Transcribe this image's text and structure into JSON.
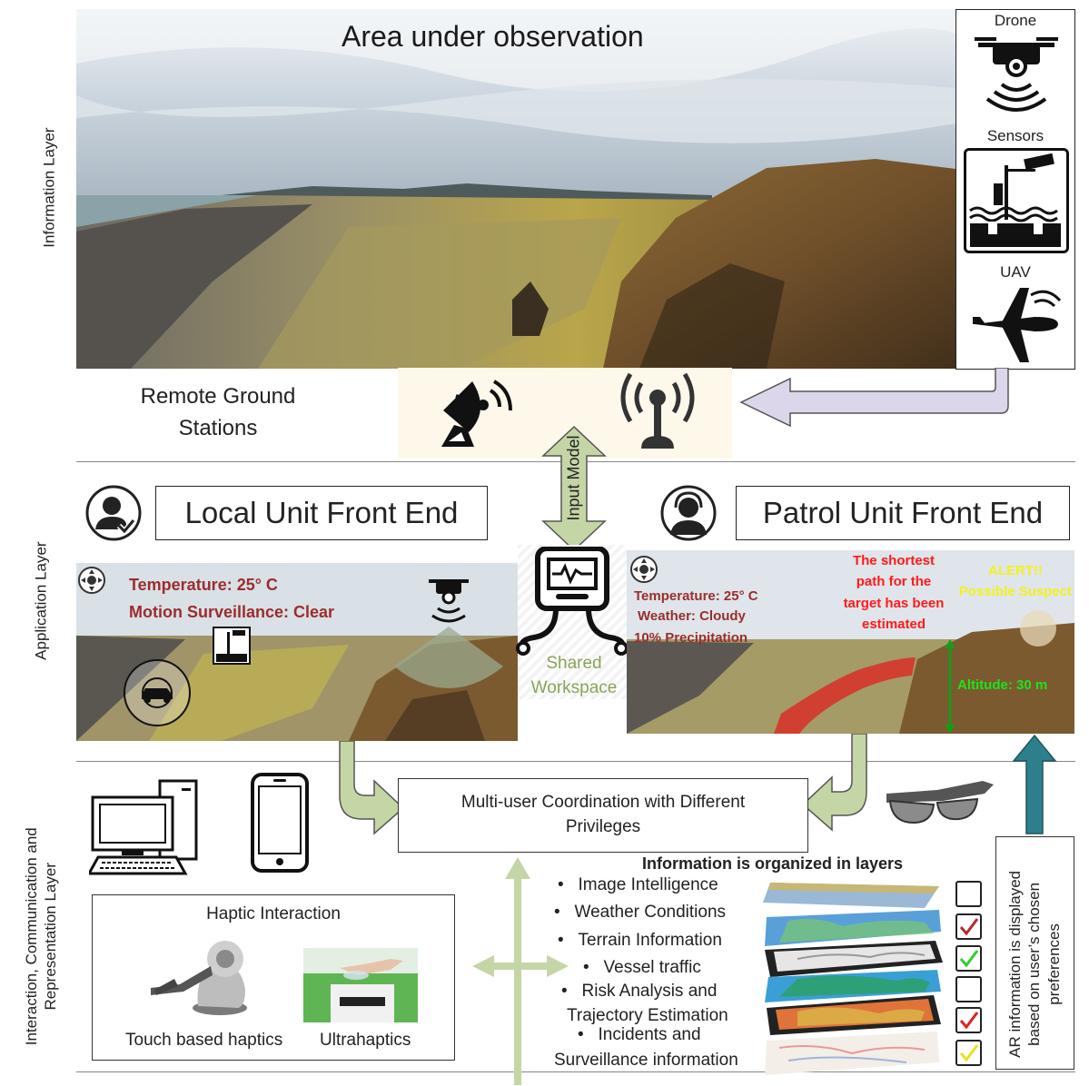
{
  "layers": {
    "information": "Information Layer",
    "application": "Application Layer",
    "interaction_line1": "Interaction, Communication and",
    "interaction_line2": "Representation Layer"
  },
  "observation": {
    "title": "Area under observation"
  },
  "sources": {
    "drone": "Drone",
    "sensors": "Sensors",
    "uav": "UAV"
  },
  "ground_stations": {
    "line1": "Remote Ground",
    "line2": "Stations"
  },
  "input_model": "Input Model",
  "shared_workspace": {
    "line1": "Shared",
    "line2": "Workspace"
  },
  "local_unit": {
    "title": "Local Unit Front End",
    "temperature": "Temperature: 25° C",
    "motion": "Motion Surveillance: Clear"
  },
  "patrol_unit": {
    "title": "Patrol Unit Front End",
    "temperature": "Temperature: 25° C",
    "weather": "Weather: Cloudy",
    "precip": "10% Precipitation",
    "path_l1": "The shortest",
    "path_l2": "path for the",
    "path_l3": "target has been",
    "path_l4": "estimated",
    "alert_l1": "ALERT!!",
    "alert_l2": "Possible Suspect",
    "altitude": "Altitude: 30 m"
  },
  "coordination": {
    "line1": "Multi-user Coordination with Different",
    "line2": "Privileges"
  },
  "haptic": {
    "title": "Haptic Interaction",
    "touch": "Touch based haptics",
    "ultra": "Ultrahaptics"
  },
  "info_layers": {
    "title": "Information is organized in layers",
    "items": [
      "Image Intelligence",
      "Weather Conditions",
      "Terrain Information",
      "Vessel traffic",
      "Risk Analysis and",
      "Trajectory Estimation",
      "Incidents and",
      "Surveillance information"
    ],
    "checks": [
      false,
      true,
      true,
      false,
      true,
      true
    ],
    "check_colors": [
      "#222222",
      "#b52a2a",
      "#2bd12b",
      "#222222",
      "#e02020",
      "#e8e020"
    ]
  },
  "ar_info": {
    "line1": "AR information is displayed",
    "line2": "based on user’s chosen",
    "line3": "preferences"
  },
  "colors": {
    "arrow_green": "#c5d6a6",
    "arrow_purple": "#d9d4e8",
    "teal": "#2e7f8c"
  }
}
